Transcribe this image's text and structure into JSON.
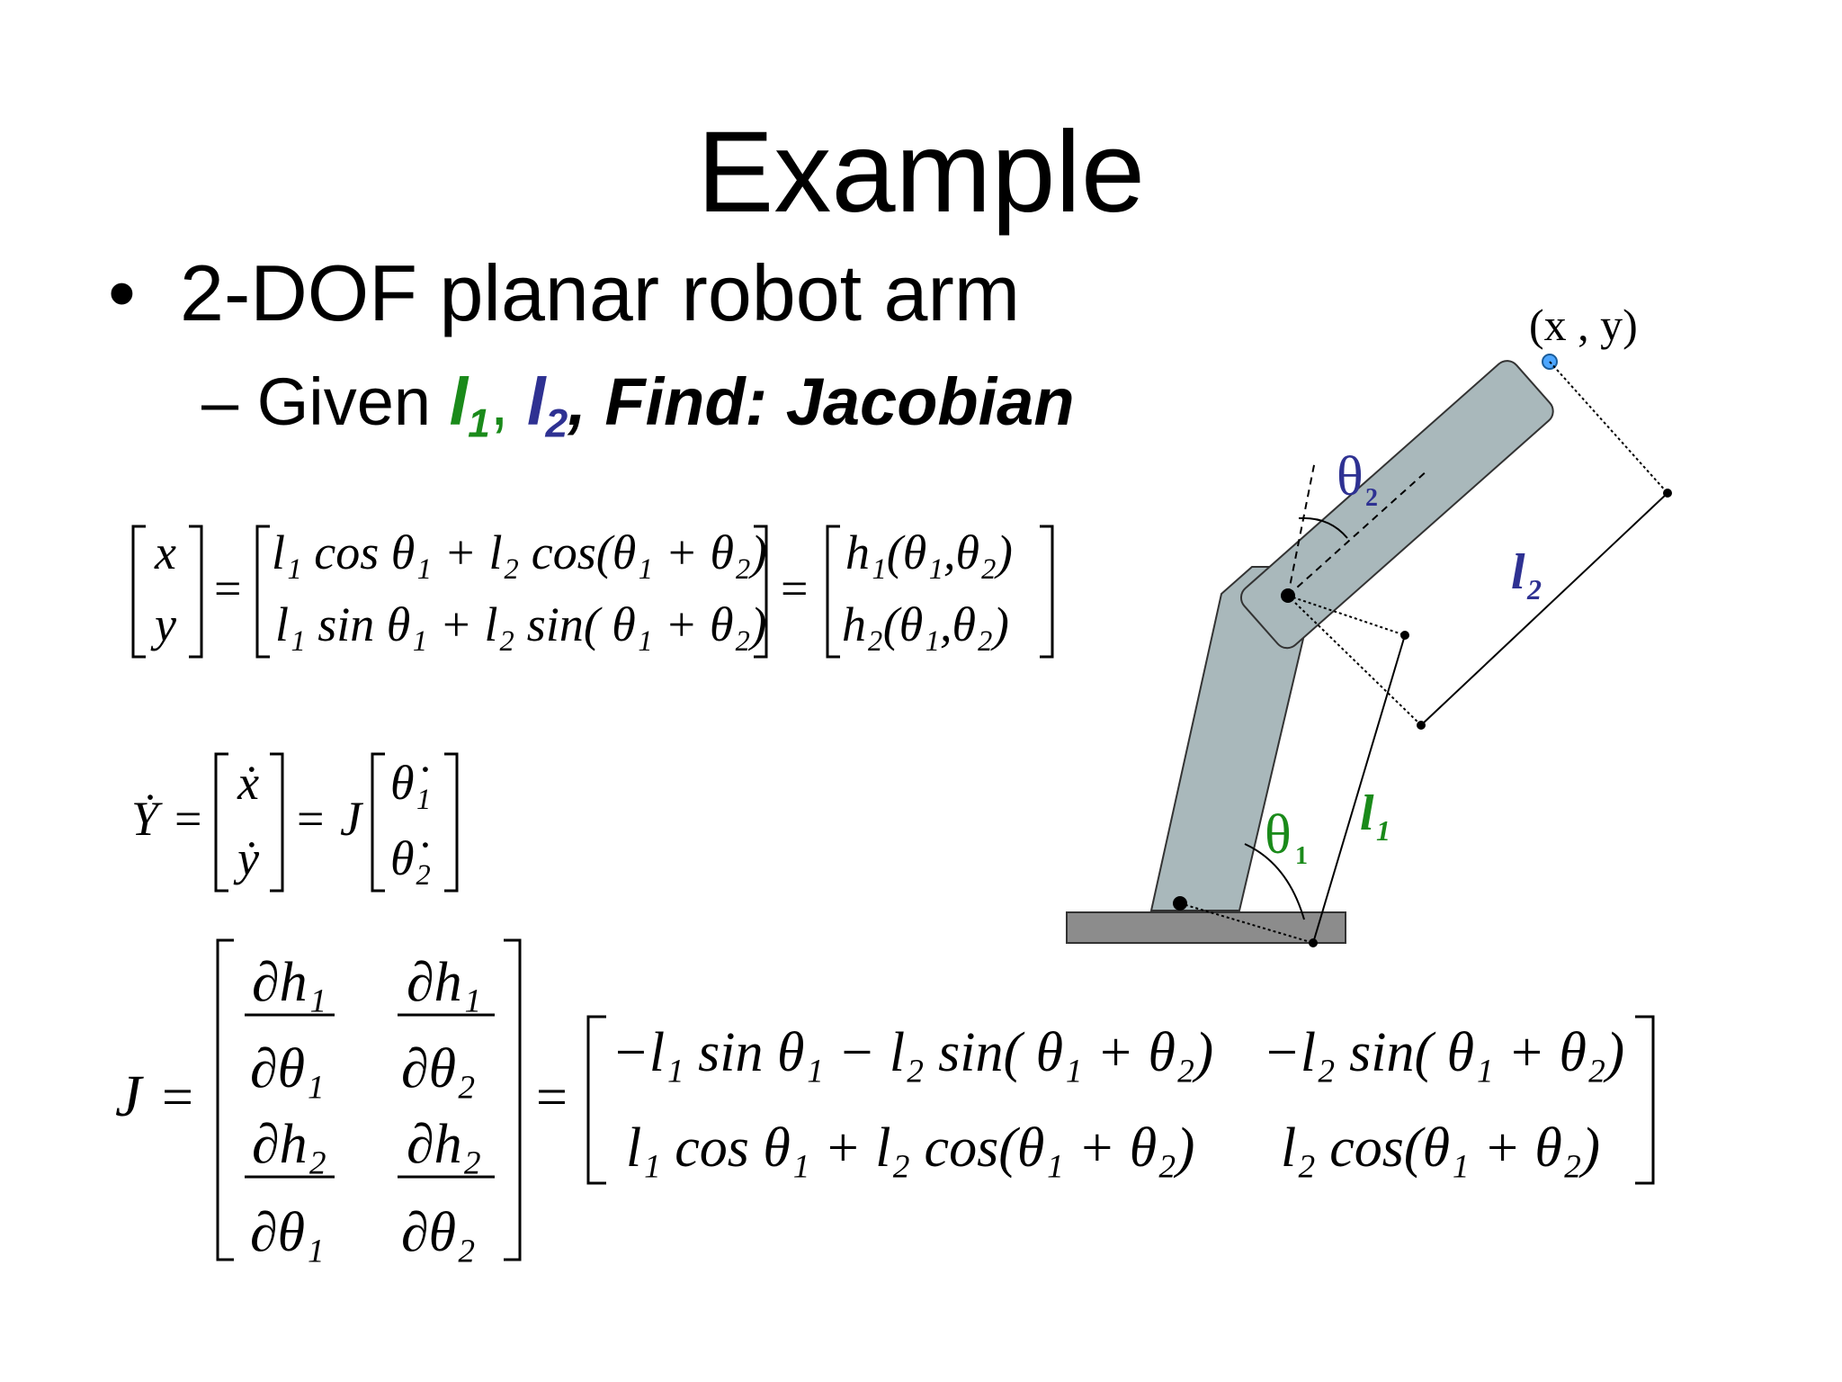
{
  "slide": {
    "title": "Example",
    "bullet": "2-DOF planar robot arm",
    "sub_dash": "–",
    "sub_given": "Given",
    "sub_l": "l",
    "sub_1": "1",
    "sub_comma": ",",
    "sub_2": "2",
    "sub_find": ", Find: Jacobian"
  },
  "diagram": {
    "endpoint_label": "(x , y)",
    "theta": "θ",
    "one": "1",
    "two": "2",
    "l": "l",
    "colors": {
      "link": "#a9b8bb",
      "base": "#8c8c8c",
      "green": "#1a8a1a",
      "blue": "#2e3192",
      "endpoint": "#4da6ff"
    }
  },
  "equations": {
    "eq1": {
      "x": "x",
      "y": "y",
      "eq": "=",
      "r1": "l₁ cos θ₁ + l₂ cos(θ₁ + θ₂)",
      "r2": "l₁ sin θ₁ + l₂ sin( θ₁ + θ₂)",
      "h1": "h₁(θ₁,θ₂)",
      "h2": "h₂(θ₁,θ₂)"
    },
    "eq2": {
      "Y": "Ẏ",
      "eq": "=",
      "xdot": "ẋ",
      "ydot": "ẏ",
      "J": "J",
      "t1dot": "θ̇₁",
      "t2dot": "θ̇₂"
    },
    "eq3": {
      "J": "J",
      "eq": "=",
      "dh1": "∂h₁",
      "dh2": "∂h₂",
      "dt1": "∂θ₁",
      "dt2": "∂θ₂",
      "m11": "−l₁ sin θ₁ − l₂ sin( θ₁ + θ₂)",
      "m12": "−l₂ sin( θ₁ + θ₂)",
      "m21": "l₁ cos θ₁ + l₂ cos(θ₁ + θ₂)",
      "m22": "l₂ cos(θ₁ + θ₂)"
    }
  }
}
